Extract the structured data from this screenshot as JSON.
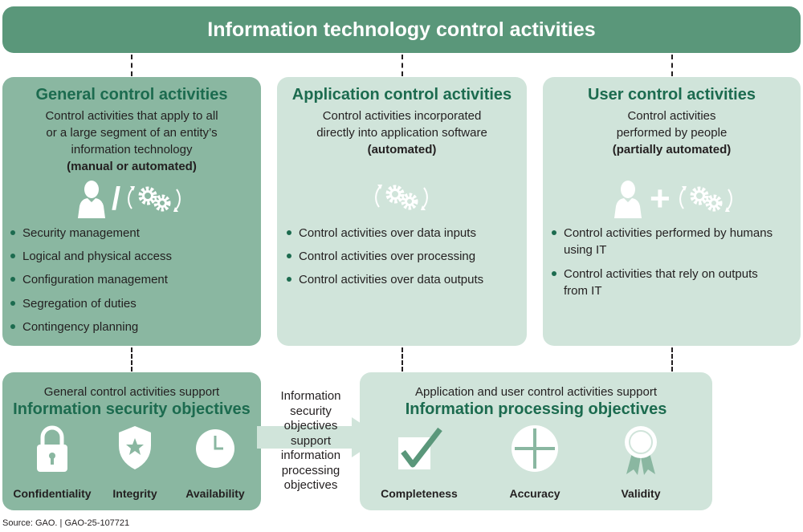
{
  "banner": {
    "title": "Information technology control activities"
  },
  "general": {
    "title": "General control activities",
    "desc": [
      "Control activities that apply to all",
      "or a large segment of an entity’s",
      "information technology"
    ],
    "mode": "(manual or automated)",
    "icons": [
      "person-icon",
      "slash",
      "gears-icon"
    ],
    "slash": "/",
    "items": [
      "Security management",
      "Logical and physical access",
      "Configuration management",
      "Segregation of duties",
      "Contingency planning"
    ]
  },
  "application": {
    "title": "Application control activities",
    "desc": [
      "Control activities incorporated",
      "directly into application software"
    ],
    "mode": "(automated)",
    "icons": [
      "gears-icon"
    ],
    "items": [
      "Control activities over data inputs",
      "Control activities over processing",
      "Control activities over data outputs"
    ]
  },
  "user": {
    "title": "User control activities",
    "desc": [
      "Control activities",
      "performed by people"
    ],
    "mode": "(partially automated)",
    "icons": [
      "person-icon",
      "plus",
      "gears-icon"
    ],
    "plus": "+",
    "items": [
      [
        "Control activities performed by humans",
        "using IT"
      ],
      [
        "Control activities that rely on outputs",
        "from IT"
      ]
    ]
  },
  "security": {
    "support": "General control activities support",
    "title": "Information security objectives",
    "objectives": [
      {
        "label": "Confidentiality",
        "icon": "padlock-icon"
      },
      {
        "label": "Integrity",
        "icon": "shield-star-icon"
      },
      {
        "label": "Availability",
        "icon": "clock-icon"
      }
    ]
  },
  "arrow": {
    "text": [
      "Information",
      "security",
      "objectives",
      "support",
      "information",
      "processing",
      "objectives"
    ]
  },
  "processing": {
    "support": "Application and user control activities support",
    "title": "Information processing objectives",
    "objectives": [
      {
        "label": "Completeness",
        "icon": "checkbox-icon"
      },
      {
        "label": "Accuracy",
        "icon": "crosshair-icon"
      },
      {
        "label": "Validity",
        "icon": "ribbon-icon"
      }
    ]
  },
  "source": "Source: GAO.  |  GAO-25-107721",
  "colors": {
    "dark_green": "#5a977a",
    "mid_green": "#8ab7a1",
    "light_green": "#d0e4da",
    "title_green": "#1c6b4f"
  }
}
